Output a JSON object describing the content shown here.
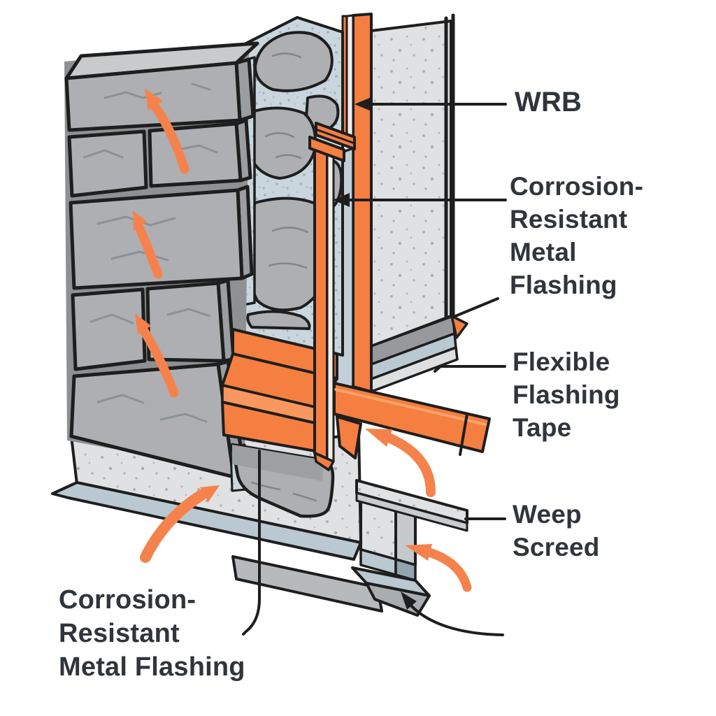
{
  "labels": {
    "wrb": "WRB",
    "corrosion_upper": "Corrosion-\nResistant\nMetal\nFlashing",
    "flexible_tape": "Flexible\nFlashing\nTape",
    "weep_screed": "Weep\nScreed",
    "corrosion_lower": "Corrosion-\nResistant\nMetal Flashing"
  },
  "icons": {
    "airflow_arrows": "orange curved up arrows (moisture/air path)",
    "leader_arrowheads": "black pointer arrowheads on label leader lines"
  },
  "colors": {
    "orange": "#F57E41",
    "orange-light": "#F9975F",
    "arrow-orange": "#F5824C",
    "ink": "#2F353B",
    "outline": "#1E1E1E",
    "stone": "#ADAFB2",
    "stone-top": "#C8CACC",
    "stone-side": "#9B9EA1",
    "joint": "#8E9093",
    "mortar": "#CAD6DE",
    "concrete": "#E0E1E2",
    "metal-blue": "#BAC8D1",
    "metal-dark": "#91A5B1",
    "band-dark": "#97999C",
    "cream": "#F2EEE7",
    "gap-blue": "#C2CFD8",
    "white": "#FFFFFF"
  }
}
